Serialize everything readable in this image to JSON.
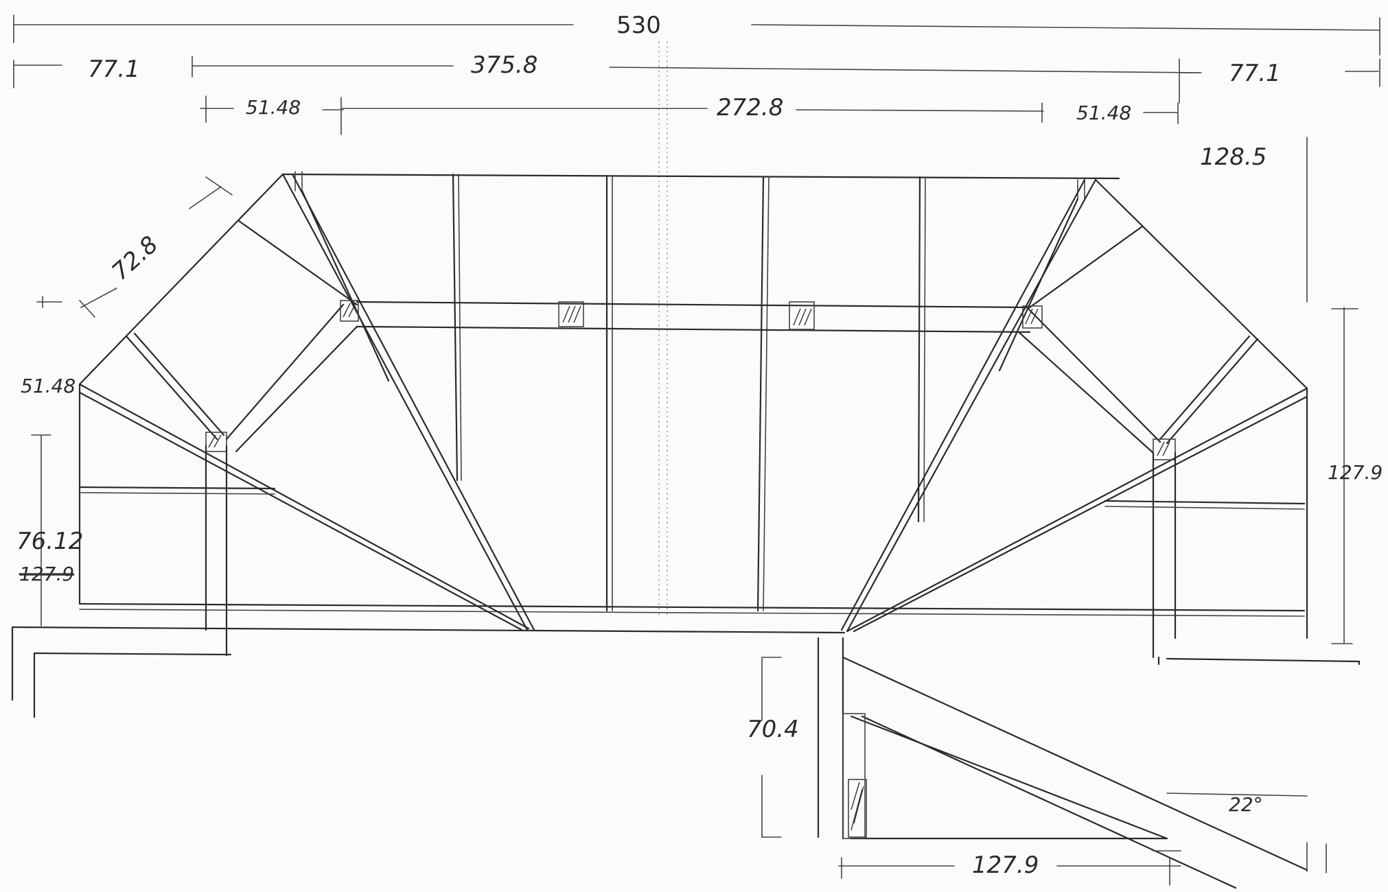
{
  "drawing": {
    "dimensions": {
      "total_width": "530",
      "side_left": "77.1",
      "center_width": "375.8",
      "side_right": "77.1",
      "inner_left": "51.48",
      "inner_center": "272.8",
      "inner_right": "51.48",
      "diagonal": "72.8",
      "height_right_top": "128.5",
      "left_corner": "51.48",
      "height_left": "76.12",
      "height_left_struck": "127.9",
      "height_right": "127.9",
      "stair_height": "70.4",
      "stair_run": "127.9",
      "angle": "22°"
    }
  }
}
